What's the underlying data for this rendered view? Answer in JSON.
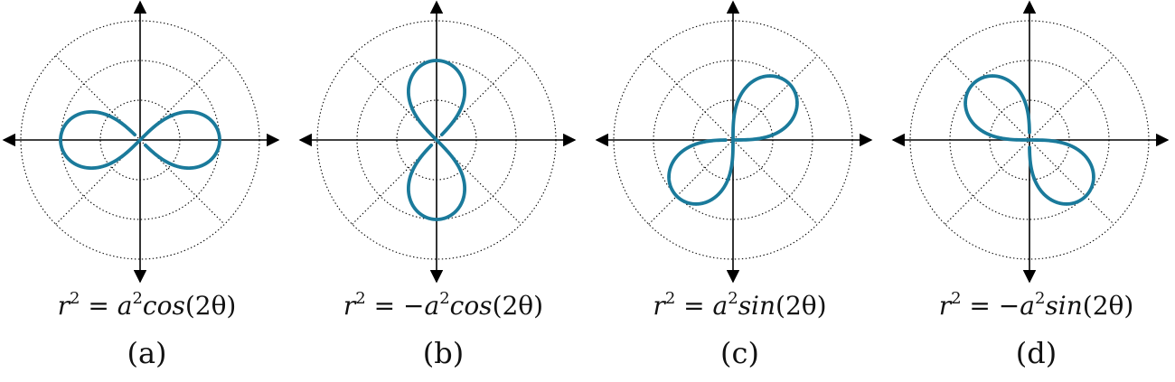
{
  "panels": [
    {
      "id": "a",
      "caption": "(a)",
      "equation": {
        "lhs": "r",
        "lhs_exp": "2",
        "eq": " = ",
        "sign": "",
        "coef": "a",
        "coef_exp": "2",
        "func": "cos",
        "arg": "(2θ)"
      },
      "curve": {
        "function": "cos",
        "sign": 1
      }
    },
    {
      "id": "b",
      "caption": "(b)",
      "equation": {
        "lhs": "r",
        "lhs_exp": "2",
        "eq": " = ",
        "sign": "−",
        "coef": "a",
        "coef_exp": "2",
        "func": "cos",
        "arg": "(2θ)"
      },
      "curve": {
        "function": "cos",
        "sign": -1
      }
    },
    {
      "id": "c",
      "caption": "(c)",
      "equation": {
        "lhs": "r",
        "lhs_exp": "2",
        "eq": " = ",
        "sign": "",
        "coef": "a",
        "coef_exp": "2",
        "func": "sin",
        "arg": "(2θ)"
      },
      "curve": {
        "function": "sin",
        "sign": 1
      }
    },
    {
      "id": "d",
      "caption": "(d)",
      "equation": {
        "lhs": "r",
        "lhs_exp": "2",
        "eq": " = ",
        "sign": "−",
        "coef": "a",
        "coef_exp": "2",
        "func": "sin",
        "arg": "(2θ)"
      },
      "curve": {
        "function": "sin",
        "sign": -1
      }
    }
  ],
  "colors": {
    "curve": "#1a7a9b",
    "axis": "#000000",
    "grid": "#000000"
  },
  "grid": {
    "style": "dotted",
    "rings": 3,
    "diagonals": true
  }
}
